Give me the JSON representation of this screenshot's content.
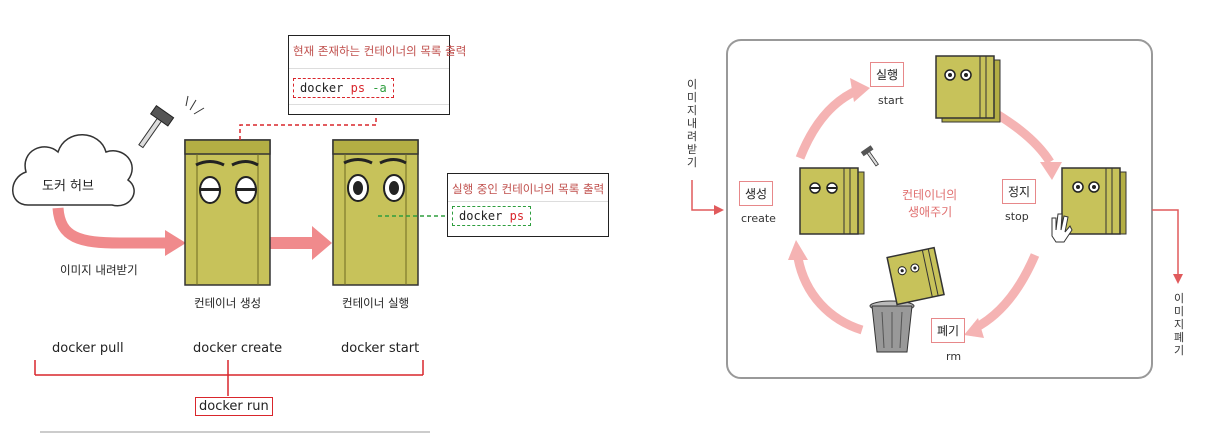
{
  "left": {
    "hub_label": "도커 허브",
    "pull_label": "이미지 내려받기",
    "container_created_label": "컨테이너 생성",
    "container_running_label": "컨테이너 실행",
    "commands": {
      "pull": "docker pull",
      "create": "docker create",
      "start": "docker start",
      "run": "docker run"
    },
    "ps_all_box": {
      "title": "현재 존재하는 컨테이너의 목록 출력",
      "cmd": "docker",
      "sub": "ps",
      "flag": "-a"
    },
    "ps_box": {
      "title": "실행 중인 컨테이너의 목록 출력",
      "cmd": "docker",
      "sub": "ps"
    }
  },
  "right": {
    "center_title_line1": "컨테이너의",
    "center_title_line2": "생애주기",
    "image_pull_vertical": "이미지내려받기",
    "image_remove_vertical": "이미지폐기",
    "stages": {
      "start": {
        "label": "실행",
        "cmd": "start"
      },
      "create": {
        "label": "생성",
        "cmd": "create"
      },
      "stop": {
        "label": "정지",
        "cmd": "stop"
      },
      "remove": {
        "label": "폐기",
        "cmd": "rm"
      }
    }
  },
  "colors": {
    "container": "#c7c25a",
    "container_dark": "#8e8a2a",
    "accent_red": "#d9262c",
    "arrow_pink": "#f0a0a0"
  }
}
